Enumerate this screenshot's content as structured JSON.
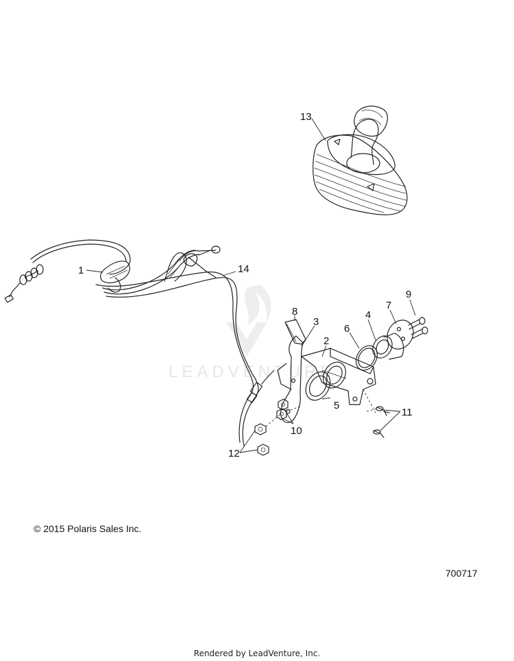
{
  "watermark": {
    "text": "LEADVENTURE"
  },
  "callouts": {
    "c1": "1",
    "c2": "2",
    "c3": "3",
    "c4": "4",
    "c5": "5",
    "c6": "6",
    "c7": "7",
    "c8": "8",
    "c9": "9",
    "c10": "10",
    "c11": "11",
    "c12": "12",
    "c13": "13",
    "c14": "14"
  },
  "copyright": "© 2015 Polaris Sales Inc.",
  "diagram_id": "700717",
  "footer": "Rendered by LeadVenture, Inc.",
  "colors": {
    "line": "#222222",
    "watermark": "#e6e6e6",
    "background": "#ffffff"
  }
}
